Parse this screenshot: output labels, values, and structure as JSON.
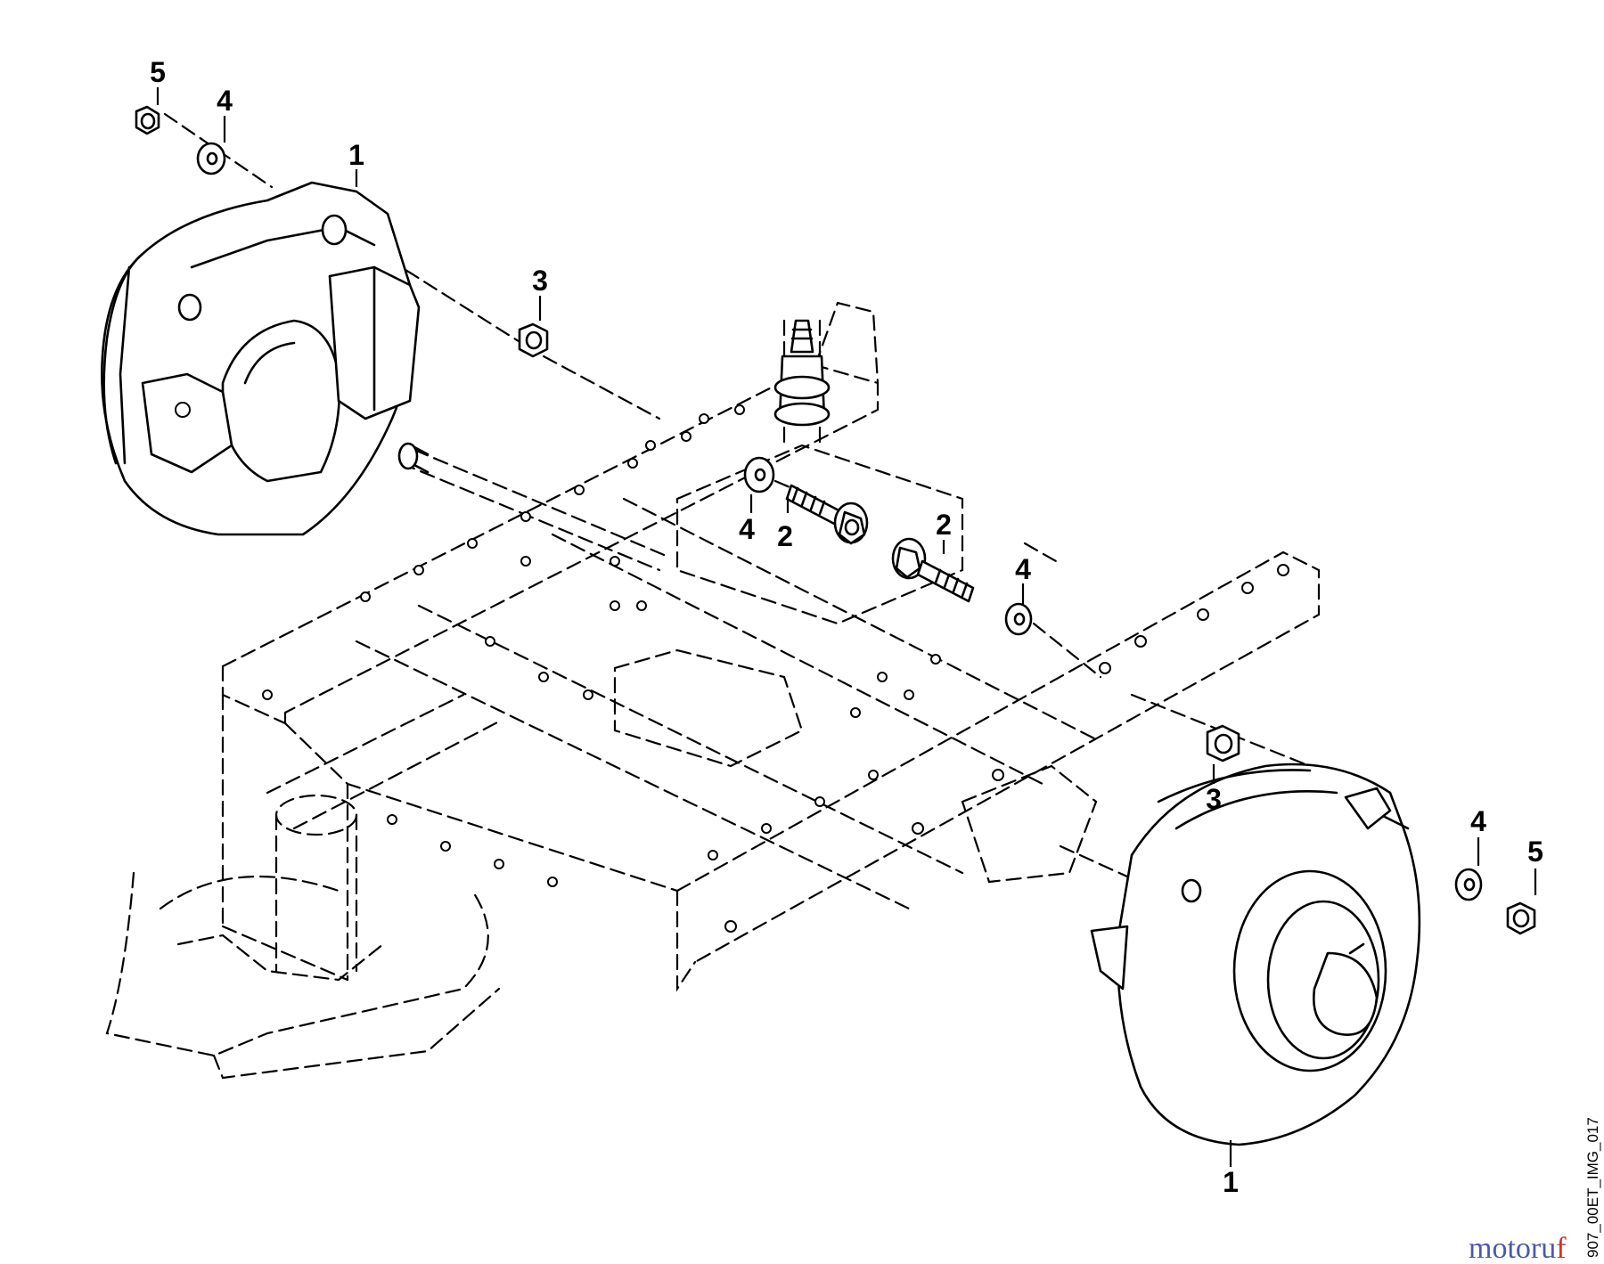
{
  "callouts": {
    "c1_top": "1",
    "c1_bottom": "1",
    "c2_left": "2",
    "c2_right": "2",
    "c3_top": "3",
    "c3_bottom": "3",
    "c4_top_left": "4",
    "c4_mid_left": "4",
    "c4_mid_right": "4",
    "c4_bottom_right": "4",
    "c5_top_left": "5",
    "c5_bottom_right": "5"
  },
  "image_code": "907_00ET_IMG_017",
  "watermark": {
    "text_main": "motoru",
    "text_accent": "f",
    "color_main": "#4a5aa8",
    "color_accent": "#c0392b"
  }
}
